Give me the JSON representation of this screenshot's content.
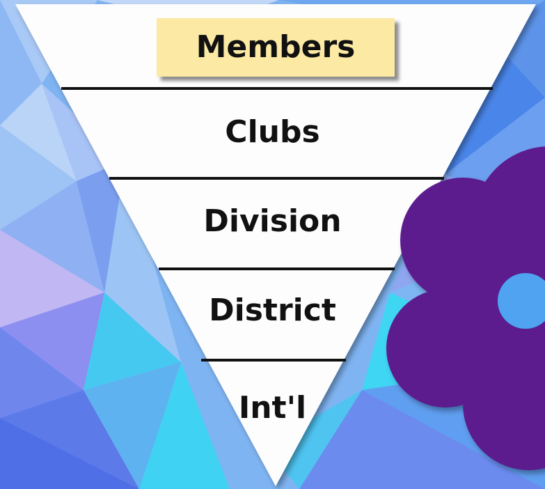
{
  "diagram": {
    "type": "inverted-pyramid",
    "tiers": [
      {
        "label": "Members",
        "highlighted": true
      },
      {
        "label": "Clubs"
      },
      {
        "label": "Division"
      },
      {
        "label": "District"
      },
      {
        "label": "Int'l"
      }
    ]
  },
  "colors": {
    "pyramid_fill": "#fdfdfd",
    "divider": "#111111",
    "label_text": "#111111",
    "highlight_box": "#fbe9a4",
    "flower": "#5b1e8e",
    "background_light": "#9fd0f5",
    "background_mid": "#6aa3f0",
    "background_cyan": "#3fd2f2",
    "background_violet": "#8b8ff0"
  },
  "decorations": {
    "flower_icon": "purple-flower",
    "background": "low-poly-blue-mosaic"
  }
}
